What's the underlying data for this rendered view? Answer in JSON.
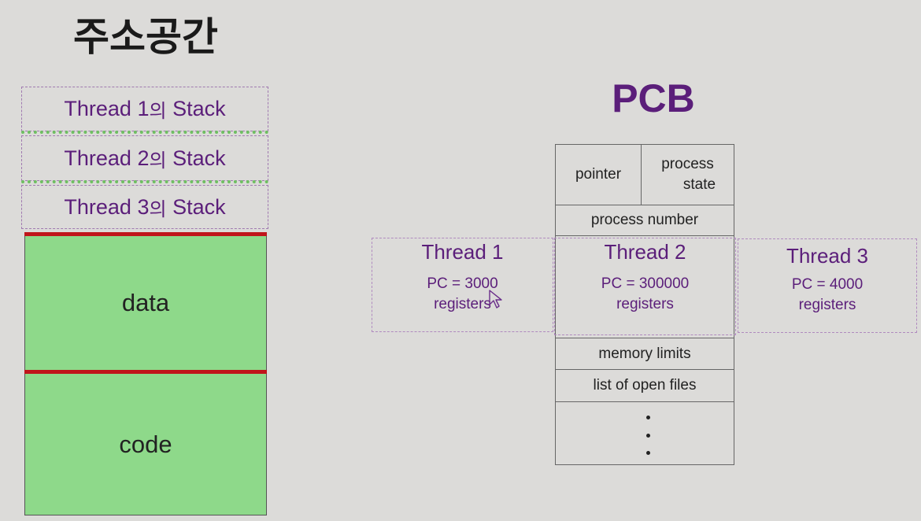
{
  "address_space": {
    "title": "주소공간",
    "stacks": [
      {
        "prefix": "Thread 1",
        "suffix": "의",
        "label": "Stack"
      },
      {
        "prefix": "Thread 2",
        "suffix": "의",
        "label": "Stack"
      },
      {
        "prefix": "Thread 3",
        "suffix": "의",
        "label": "Stack"
      }
    ],
    "data_label": "data",
    "code_label": "code"
  },
  "pcb": {
    "title": "PCB",
    "pointer": "pointer",
    "process_state_line1": "process",
    "process_state_line2": "state",
    "process_number": "process number",
    "memory_limits": "memory limits",
    "open_files": "list of open files",
    "threads": [
      {
        "title": "Thread 1",
        "pc": "PC = 3000",
        "registers": "registers"
      },
      {
        "title": "Thread 2",
        "pc": "PC =  300000",
        "registers": "registers"
      },
      {
        "title": "Thread 3",
        "pc": "PC =  4000",
        "registers": "registers"
      }
    ]
  },
  "colors": {
    "purple_text": "#5b1e7a",
    "segment_green": "#8ed98a",
    "divider_red": "#c0151a",
    "background": "#dcdbd9"
  }
}
